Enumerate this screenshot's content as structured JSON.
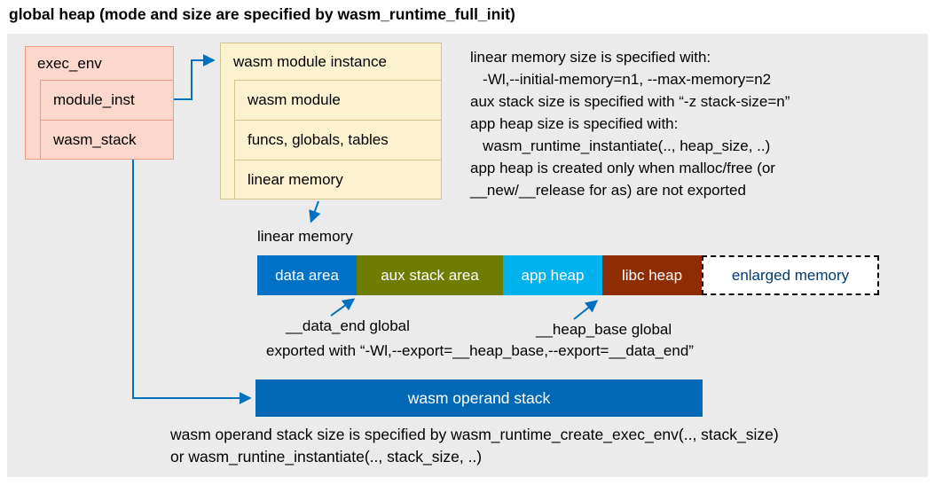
{
  "title": "global heap (mode and size are specified by wasm_runtime_full_init)",
  "exec_env": {
    "title": "exec_env",
    "rows": [
      "module_inst",
      "wasm_stack"
    ]
  },
  "module_instance": {
    "title": "wasm module instance",
    "rows": [
      "wasm module",
      "funcs, globals, tables",
      "linear memory"
    ]
  },
  "notes_right": [
    "linear memory size is specified with:",
    "   -Wl,--initial-memory=n1, --max-memory=n2",
    "aux stack size is specified with “-z stack-size=n”",
    "app heap size is specified with:",
    "   wasm_runtime_instantiate(.., heap_size, ..)",
    "app heap is created only when malloc/free (or",
    "__new/__release for as) are not exported"
  ],
  "memory_bar": {
    "label": "linear memory",
    "segments": [
      {
        "label": "data area",
        "color": "#0071c5",
        "text_color": "#ffffff"
      },
      {
        "label": "aux stack area",
        "color": "#6e7d00",
        "text_color": "#ffffff"
      },
      {
        "label": "app heap",
        "color": "#00b3ef",
        "text_color": "#ffffff"
      },
      {
        "label": "libc heap",
        "color": "#8e2c04",
        "text_color": "#ffffff"
      },
      {
        "label": "enlarged memory",
        "color": "#ffffff",
        "text_color": "#003c71",
        "dashed": true
      }
    ]
  },
  "annotations": {
    "data_end": "__data_end global",
    "heap_base": "__heap_base global",
    "exported": "exported with “-Wl,--export=__heap_base,--export=__data_end”"
  },
  "operand_stack": {
    "label": "wasm operand stack",
    "notes": [
      "wasm operand stack size is specified by wasm_runtime_create_exec_env(.., stack_size)",
      "or wasm_runtine_instantiate(.., stack_size, ..)"
    ]
  },
  "colors": {
    "arrow": "#0070c0",
    "operand_stack_fill": "#0068b5",
    "panel_bg": "#ebebeb"
  }
}
